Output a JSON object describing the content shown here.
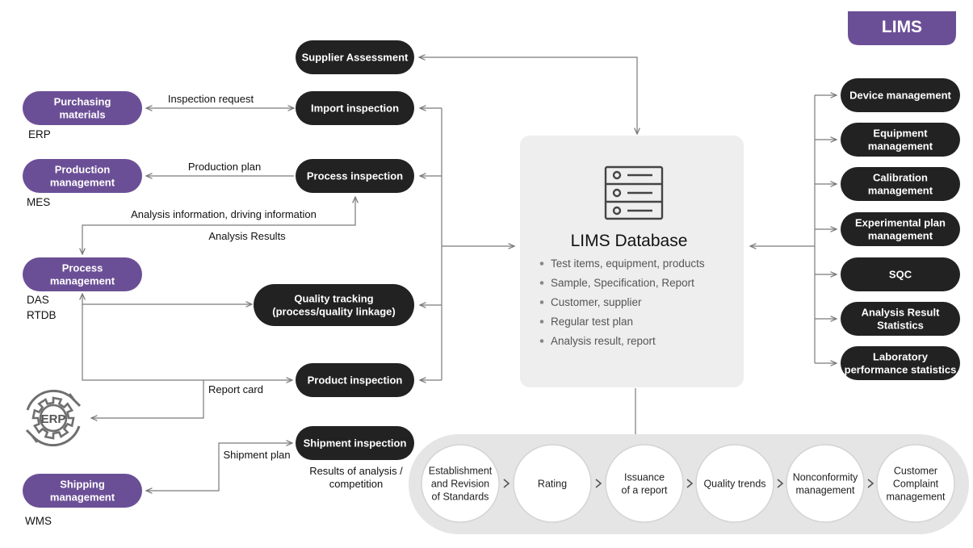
{
  "badge": {
    "label": "LIMS",
    "color": "#6b4f96"
  },
  "colors": {
    "dark_pill": "#222222",
    "purple_pill": "#6b4f96",
    "db_panel": "#eeeeee",
    "process_band": "#e5e5e5",
    "connector": "#7a7a7a"
  },
  "left_systems": [
    {
      "id": "purchasing",
      "label": [
        "Purchasing",
        "materials"
      ],
      "system": [
        "ERP"
      ]
    },
    {
      "id": "production",
      "label": [
        "Production",
        "management"
      ],
      "system": [
        "MES"
      ]
    },
    {
      "id": "process",
      "label": [
        "Process",
        "management"
      ],
      "system": [
        "DAS",
        "RTDB"
      ]
    },
    {
      "id": "shipping",
      "label": [
        "Shipping",
        "management"
      ],
      "system": [
        "WMS"
      ]
    }
  ],
  "erp_icon": {
    "label": "ERP",
    "icon": "gear-cycle-icon"
  },
  "inspections": [
    {
      "id": "supplier",
      "label": [
        "Supplier Assessment"
      ]
    },
    {
      "id": "import",
      "label": [
        "Import inspection"
      ]
    },
    {
      "id": "process",
      "label": [
        "Process inspection"
      ]
    },
    {
      "id": "quality",
      "label": [
        "Quality tracking",
        "(process/quality linkage)"
      ]
    },
    {
      "id": "product",
      "label": [
        "Product inspection"
      ]
    },
    {
      "id": "shipment",
      "label": [
        "Shipment inspection"
      ]
    }
  ],
  "flow_labels": {
    "inspection_request": "Inspection request",
    "production_plan": "Production plan",
    "analysis_info": "Analysis information, driving information",
    "analysis_results": "Analysis Results",
    "report_card": "Report card",
    "shipment_plan": "Shipment plan",
    "results_analysis": [
      "Results of analysis /",
      "competition"
    ]
  },
  "database": {
    "icon": "server-rack-icon",
    "title": "LIMS Database",
    "items": [
      "Test items, equipment, products",
      "Sample, Specification, Report",
      "Customer, supplier",
      "Regular test plan",
      "Analysis result, report"
    ]
  },
  "right_modules": [
    {
      "id": "device",
      "label": [
        "Device management"
      ]
    },
    {
      "id": "equipment",
      "label": [
        "Equipment",
        "management"
      ]
    },
    {
      "id": "calibration",
      "label": [
        "Calibration",
        "management"
      ]
    },
    {
      "id": "experimental",
      "label": [
        "Experimental plan",
        "management"
      ]
    },
    {
      "id": "sqc",
      "label": [
        "SQC"
      ]
    },
    {
      "id": "analysis-stats",
      "label": [
        "Analysis Result",
        "Statistics"
      ]
    },
    {
      "id": "lab-stats",
      "label": [
        "Laboratory",
        "performance statistics"
      ]
    }
  ],
  "process_steps": [
    {
      "id": "standards",
      "label": [
        "Establishment",
        "and Revision",
        "of Standards"
      ]
    },
    {
      "id": "rating",
      "label": [
        "Rating"
      ]
    },
    {
      "id": "report",
      "label": [
        "Issuance",
        "of a report"
      ]
    },
    {
      "id": "trends",
      "label": [
        "Quality trends"
      ]
    },
    {
      "id": "nonconformity",
      "label": [
        "Nonconformity",
        "management"
      ]
    },
    {
      "id": "complaint",
      "label": [
        "Customer",
        "Complaint",
        "management"
      ]
    }
  ]
}
